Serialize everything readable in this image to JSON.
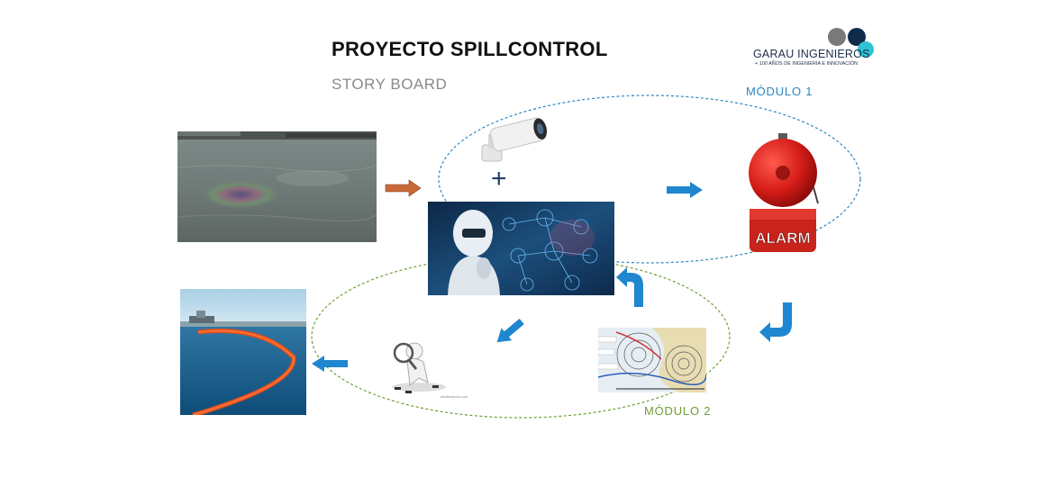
{
  "header": {
    "title": "PROYECTO SPILLCONTROL",
    "subtitle": "STORY BOARD"
  },
  "logo": {
    "name": "GARAU INGENIEROS",
    "tagline": "+ 100 AÑOS DE INGENIERÍA E INNOVACIÓN",
    "circle_colors": [
      "#7a7a7a",
      "#0f2a4a",
      "#2fc3d3"
    ]
  },
  "modules": {
    "module1_label": "MÓDULO 1",
    "module2_label": "MÓDULO 2"
  },
  "labels": {
    "plus_sign": "+",
    "alarm_text": "ALARM",
    "tiny_caption": "shutterstock.com"
  },
  "colors": {
    "module1": "#2e86c1",
    "module2": "#6f9e36",
    "arrow_blue": "#1f86d0",
    "arrow_orange": "#c8693a"
  },
  "icons": [
    "oil-spill-photo-icon",
    "security-camera-icon",
    "ai-robot-icon",
    "alarm-bell-icon",
    "weather-map-icon",
    "magnifier-inspector-icon",
    "containment-boom-photo-icon"
  ]
}
